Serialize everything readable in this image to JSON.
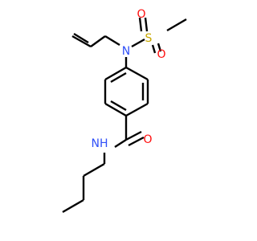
{
  "atoms": {
    "nitrogen_sulfonamide": "N",
    "sulfur": "S",
    "oxygen_upper": "O",
    "oxygen_lower": "O",
    "oxygen_amide": "O",
    "amide_nh": "NH"
  },
  "colors": {
    "bond": "#000000",
    "nitrogen": "#3050F8",
    "sulfur": "#C8A800",
    "oxygen": "#FF0D0D"
  }
}
